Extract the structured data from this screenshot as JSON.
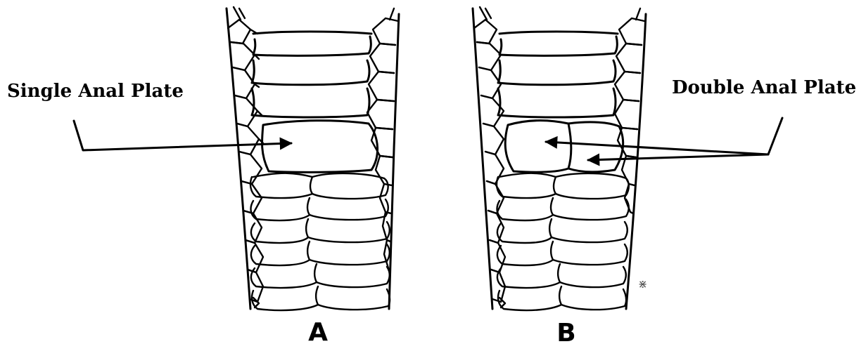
{
  "labels": {
    "single": "Single Anal Plate",
    "double": "Double Anal Plate",
    "panel_a": "A",
    "panel_b": "B",
    "mark": "⋇"
  },
  "colors": {
    "ink": "#000000",
    "paper": "#ffffff"
  }
}
